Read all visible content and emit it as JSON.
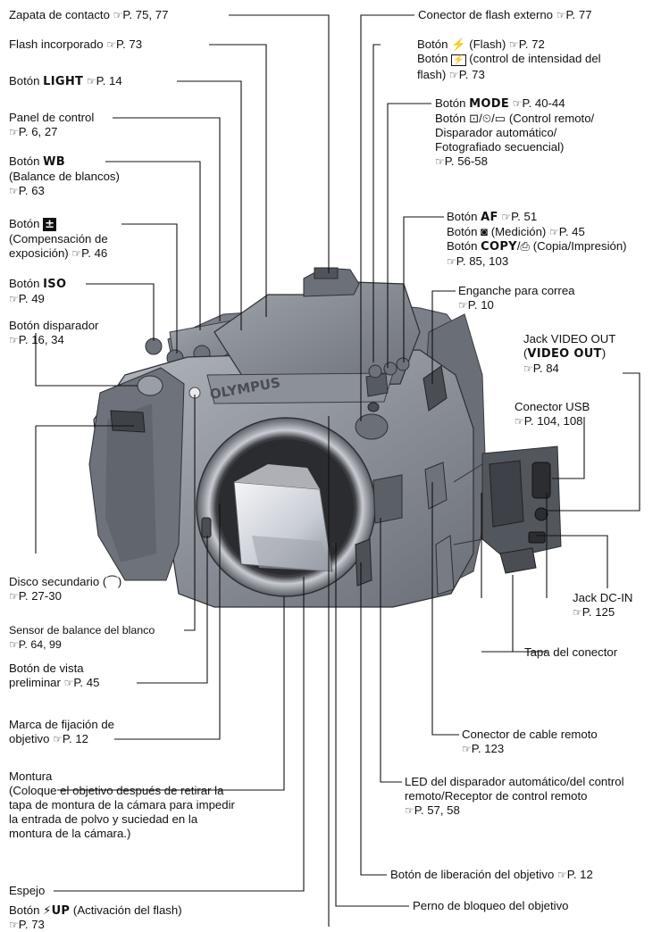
{
  "ref_glyph": "☞",
  "left_labels": {
    "zapata": {
      "l1": "Zapata de contacto ",
      "ref": "☞",
      "p": "P. 75, 77"
    },
    "flash_inc": {
      "l1": "Flash incorporado ",
      "ref": "☞",
      "p": "P. 73"
    },
    "light": {
      "pre": "Botón ",
      "bold": "LIGHT",
      "ref": "☞",
      "p": "P. 14"
    },
    "panel": {
      "l1": "Panel de control",
      "ref": "☞",
      "p": "P. 6, 27"
    },
    "wb": {
      "pre": "Botón ",
      "bold": "WB",
      "l2": "(Balance de blancos)",
      "ref": "☞",
      "p": "P. 63"
    },
    "exp": {
      "pre": "Botón ",
      "bold": "±",
      "l2": "(Compensación de",
      "l3": "exposición) ",
      "ref": "☞",
      "p": "P. 46"
    },
    "iso": {
      "pre": "Botón ",
      "bold": "ISO",
      "ref": "☞",
      "p": "P. 49"
    },
    "disparador": {
      "l1": "Botón disparador",
      "ref": "☞",
      "p": "P. 16, 34"
    },
    "disco": {
      "l1": "Disco secundario (",
      "icon": "⏜",
      "l1b": ")",
      "ref": "☞",
      "p": "P. 27-30"
    },
    "sensor": {
      "l1": "Sensor de balance del blanco",
      "ref": "☞",
      "p": "P. 64, 99"
    },
    "vista": {
      "l1": "Botón de vista",
      "l2": "preliminar ",
      "ref": "☞",
      "p": "P. 45"
    },
    "marca": {
      "l1": "Marca de fijación de",
      "l2": "objetivo ",
      "ref": "☞",
      "p": "P. 12"
    },
    "montura": {
      "l1": "Montura",
      "l2": "(Coloque el objetivo después de retirar la",
      "l3": "tapa de montura de la cámara para impedir",
      "l4": "la entrada de polvo y suciedad en la",
      "l5": "montura de la cámara.)"
    },
    "espejo": {
      "l1": "Espejo"
    },
    "flashup": {
      "pre": "Botón ",
      "bold": "⚡UP",
      "post": " (Activación del flash)",
      "ref": "☞",
      "p": "P. 73"
    }
  },
  "right_labels": {
    "ext_flash": {
      "l1": "Conector de flash externo ",
      "ref": "☞",
      "p": "P. 77"
    },
    "flash_btn": {
      "l1a": "Botón ",
      "sym": "⚡",
      "l1b": " (Flash) ",
      "ref": "☞",
      "p1": "P. 72",
      "l2a": "Botón ",
      "sym2": "⚡",
      "l2b": " (control de intensidad del",
      "l3": "flash) ",
      "p2": "P. 73"
    },
    "mode": {
      "pre": "Botón ",
      "bold": "MODE",
      "ref": "☞",
      "p": "P. 40-44",
      "l2": "Botón ⊡/⏲/▭ (Control remoto/",
      "l3": "Disparador automático/",
      "l4": "Fotografiado secuencial)",
      "p2": "P. 56-58"
    },
    "af": {
      "pre": "Botón ",
      "bold": "AF",
      "ref": "☞",
      "p": "P. 51",
      "l2": "Botón ◙ (Medición) ",
      "p2": "P. 45",
      "l3pre": "Botón ",
      "l3bold": "COPY",
      "l3post": "/⎙ (Copia/Impresión)",
      "p3": "P. 85, 103"
    },
    "correa": {
      "l1": "Enganche para correa",
      "ref": "☞",
      "p": "P. 10"
    },
    "video": {
      "l1": "Jack VIDEO OUT",
      "l2bold": "VIDEO OUT",
      "ref": "☞",
      "p": "P. 84"
    },
    "usb": {
      "l1": "Conector USB",
      "ref": "☞",
      "p": "P. 104, 108"
    },
    "dcin": {
      "l1": "Jack DC-IN",
      "ref": "☞",
      "p": "P. 125"
    },
    "tapa": {
      "l1": "Tapa del conector"
    },
    "cable": {
      "l1": "Conector de cable remoto",
      "ref": "☞",
      "p": "P. 123"
    },
    "led": {
      "l1": "LED del disparador automático/del control",
      "l2": "remoto/Receptor de control remoto",
      "ref": "☞",
      "p": "P. 57, 58"
    },
    "liberacion": {
      "l1": "Botón de liberación del objetivo ",
      "ref": "☞",
      "p": "P. 12"
    },
    "perno": {
      "l1": "Perno de bloqueo del objetivo"
    }
  },
  "camera": {
    "brand": "OLYMPUS",
    "body_color": "#8a8e96",
    "dark_color": "#5e626a",
    "light_color": "#b6b9c0"
  }
}
